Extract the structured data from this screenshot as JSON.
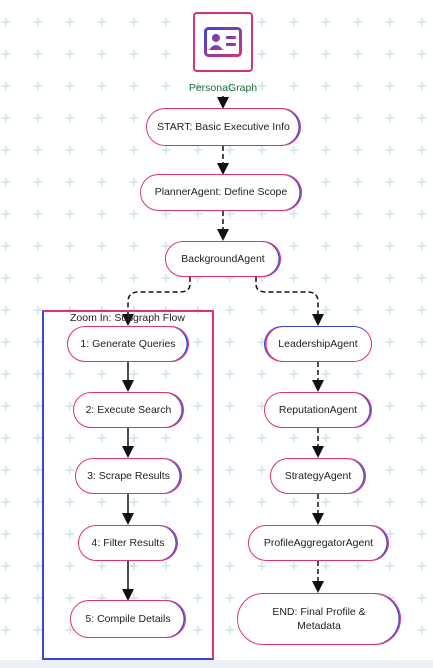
{
  "icon": {
    "name": "persona-id-card-icon",
    "label": "PersonaGraph"
  },
  "nodes": {
    "start": "START: Basic Executive Info",
    "planner": "PlannerAgent: Define Scope",
    "background": "BackgroundAgent",
    "leadership": "LeadershipAgent",
    "reputation": "ReputationAgent",
    "strategy": "StrategyAgent",
    "aggregator": "ProfileAggregatorAgent",
    "end": "END: Final Profile & Metadata"
  },
  "subgraph": {
    "title": "Zoom In: Subgraph Flow",
    "steps": [
      "1: Generate Queries",
      "2: Execute Search",
      "3: Scrape Results",
      "4: Filter Results",
      "5: Compile Details"
    ]
  },
  "colors": {
    "pink": "#e0336a",
    "blue": "#3a44d8",
    "label_green": "#1f6b3a",
    "plus": "#d6e8f4"
  }
}
